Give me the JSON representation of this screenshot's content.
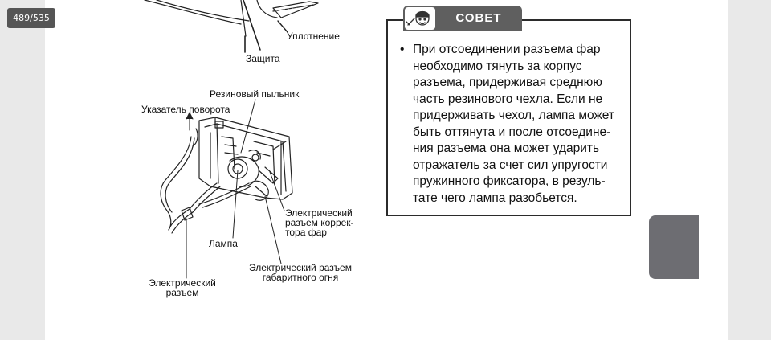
{
  "viewer": {
    "page_counter": "489/535"
  },
  "diagram": {
    "labels": {
      "seal": "Уплотнение",
      "guard": "Защита",
      "rubber_boot": "Резиновый пыльник",
      "turn_signal": "Указатель поворота",
      "corrector_connector": [
        "Электрический",
        "разъем коррек-",
        "тора фар"
      ],
      "lamp": "Лампа",
      "marker_connector": [
        "Электрический разъем",
        "габаритного огня"
      ],
      "electric_connector": [
        "Электрический",
        "разъем"
      ]
    }
  },
  "tip": {
    "title": "СОВЕТ",
    "icon": "mechanic-icon",
    "bullet": "•",
    "lines": [
      "При отсоединении разъема фар",
      "необходимо тянуть за корпус",
      "разъема, придерживая среднюю",
      "часть резинового чехла. Если не",
      "придерживать чехол, лампа может",
      "быть оттянута и после отсоедине-",
      "ния разъема она может ударить",
      "отражатель за счет сил упругости",
      "пружинного фиксатора, в резуль-",
      "тате чего лампа разобьется."
    ]
  },
  "colors": {
    "header_bg": "#5f5f5f",
    "side_tab": "#6d6d72",
    "counter_bg": "#555555"
  }
}
